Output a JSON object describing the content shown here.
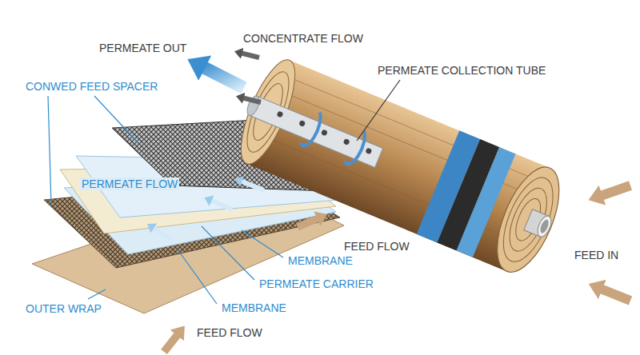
{
  "diagram": {
    "labels": [
      "PERMEATE OUT",
      "CONCENTRATE FLOW",
      "PERMEATE COLLECTION TUBE",
      "CONWED FEED SPACER",
      "PERMEATE FLOW",
      "FEED FLOW",
      "MEMBRANE",
      "FEED IN",
      "PERMEATE CARRIER",
      "MEMBRANE",
      "OUTER WRAP",
      "FEED FLOW"
    ]
  }
}
